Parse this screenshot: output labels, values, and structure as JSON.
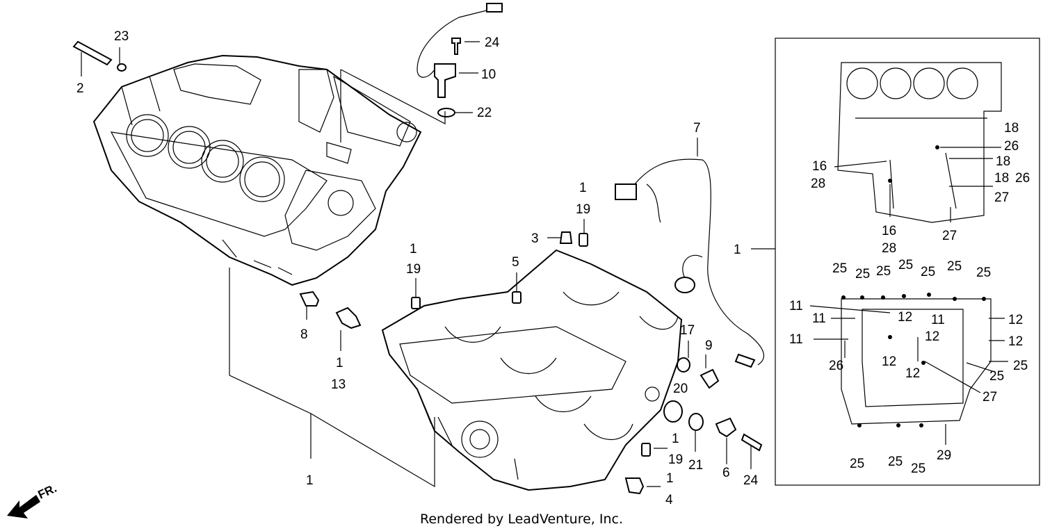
{
  "callouts": [
    {
      "text": "23"
    },
    {
      "text": "2"
    },
    {
      "text": "24"
    },
    {
      "text": "10"
    },
    {
      "text": "22"
    },
    {
      "text": "7"
    },
    {
      "text": "1"
    },
    {
      "text": "19"
    },
    {
      "text": "3"
    },
    {
      "text": "1"
    },
    {
      "text": "19"
    },
    {
      "text": "5"
    },
    {
      "text": "8"
    },
    {
      "text": "1"
    },
    {
      "text": "13"
    },
    {
      "text": "17"
    },
    {
      "text": "9"
    },
    {
      "text": "20"
    },
    {
      "text": "1"
    },
    {
      "text": "19"
    },
    {
      "text": "21"
    },
    {
      "text": "6"
    },
    {
      "text": "24"
    },
    {
      "text": "1"
    },
    {
      "text": "4"
    },
    {
      "text": "1"
    },
    {
      "text": "1"
    },
    {
      "text": "18"
    },
    {
      "text": "26"
    },
    {
      "text": "18"
    },
    {
      "text": "16"
    },
    {
      "text": "28"
    },
    {
      "text": "18"
    },
    {
      "text": "26"
    },
    {
      "text": "27"
    },
    {
      "text": "16"
    },
    {
      "text": "28"
    },
    {
      "text": "27"
    },
    {
      "text": "25"
    },
    {
      "text": "25"
    },
    {
      "text": "25"
    },
    {
      "text": "25"
    },
    {
      "text": "25"
    },
    {
      "text": "25"
    },
    {
      "text": "25"
    },
    {
      "text": "11"
    },
    {
      "text": "11"
    },
    {
      "text": "12"
    },
    {
      "text": "11"
    },
    {
      "text": "12"
    },
    {
      "text": "11"
    },
    {
      "text": "12"
    },
    {
      "text": "12"
    },
    {
      "text": "26"
    },
    {
      "text": "12"
    },
    {
      "text": "12"
    },
    {
      "text": "25"
    },
    {
      "text": "25"
    },
    {
      "text": "27"
    },
    {
      "text": "25"
    },
    {
      "text": "25"
    },
    {
      "text": "25"
    },
    {
      "text": "29"
    }
  ],
  "front_marker": "FR.",
  "credit": "Rendered by LeadVenture, Inc."
}
